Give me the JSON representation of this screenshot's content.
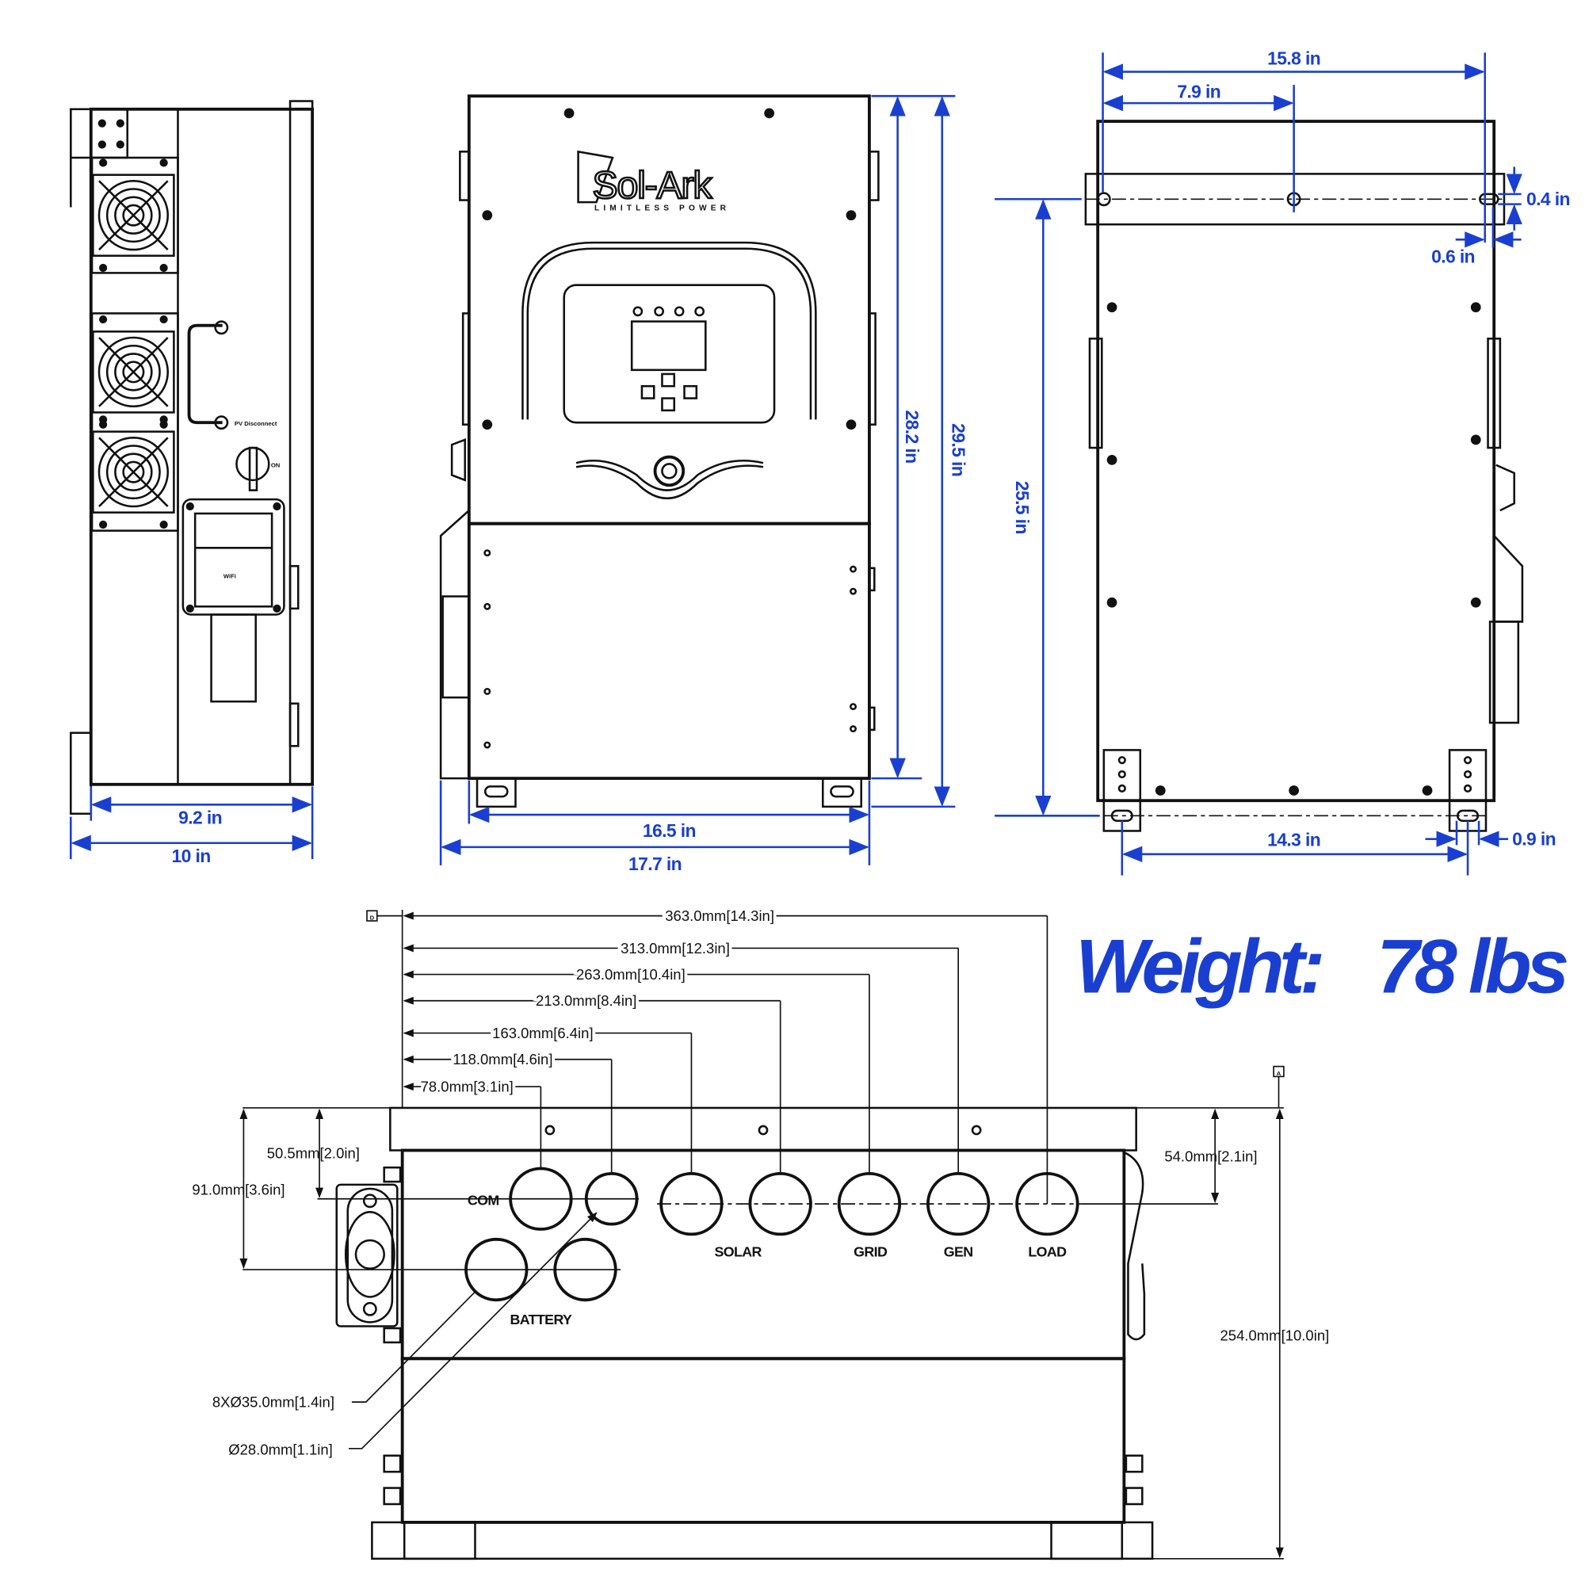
{
  "brand": {
    "name": "Sol-Ark",
    "tagline": "LIMITLESS POWER"
  },
  "side_view": {
    "labels": {
      "pv_disconnect": "PV Disconnect",
      "wifi": "WiFi",
      "on": "ON"
    },
    "dims": {
      "depth_body": "9.2 in",
      "depth_total": "10 in"
    }
  },
  "front_view": {
    "dims": {
      "width_body": "16.5 in",
      "width_total": "17.7 in",
      "height_body": "28.2 in",
      "height_total": "29.5 in"
    }
  },
  "back_view": {
    "dims": {
      "width_total": "15.8 in",
      "half_width": "7.9 in",
      "slot_height": "0.4 in",
      "slot_offset": "0.6 in",
      "mount_height": "25.5 in",
      "foot_spacing": "14.3 in",
      "foot_slot": "0.9 in"
    }
  },
  "bottom_view": {
    "datums": {
      "d": "D",
      "a": "A"
    },
    "horizontal_dims": [
      {
        "mm": "363.0mm",
        "in": "14.3in"
      },
      {
        "mm": "313.0mm",
        "in": "12.3in"
      },
      {
        "mm": "263.0mm",
        "in": "10.4in"
      },
      {
        "mm": "213.0mm",
        "in": "8.4in"
      },
      {
        "mm": "163.0mm",
        "in": "6.4in"
      },
      {
        "mm": "118.0mm",
        "in": "4.6in"
      },
      {
        "mm": "78.0mm",
        "in": "3.1in"
      }
    ],
    "vertical_dims": {
      "com_row": {
        "mm": "50.5mm",
        "in": "2.0in"
      },
      "battery_row": {
        "mm": "91.0mm",
        "in": "3.6in"
      },
      "right_row": {
        "mm": "54.0mm",
        "in": "2.1in"
      },
      "depth": {
        "mm": "254.0mm",
        "in": "10.0in"
      }
    },
    "port_labels": {
      "com": "COM",
      "battery": "BATTERY",
      "solar": "SOLAR",
      "grid": "GRID",
      "gen": "GEN",
      "load": "LOAD"
    },
    "callouts": {
      "large_holes": "8XØ35.0mm[1.4in]",
      "small_hole": "Ø28.0mm[1.1in]"
    }
  },
  "weight": {
    "label": "Weight:",
    "value": "78 lbs"
  },
  "colors": {
    "dimension": "#1a3fd0",
    "line": "#111111"
  }
}
